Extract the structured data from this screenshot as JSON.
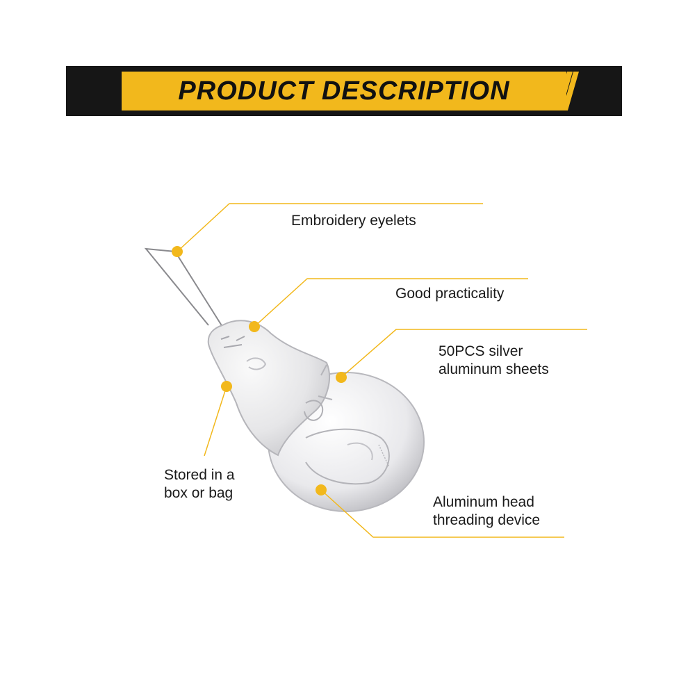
{
  "banner": {
    "title": "PRODUCT DESCRIPTION"
  },
  "callouts": {
    "embroidery": "Embroidery eyelets",
    "practicality": "Good practicality",
    "sheets_line1": "50PCS silver",
    "sheets_line2": "aluminum sheets",
    "stored_line1": "Stored in a",
    "stored_line2": "box or bag",
    "head_line1": "Aluminum head",
    "head_line2": "threading device"
  },
  "colors": {
    "accent": "#f2b81c",
    "banner_bg": "#161616",
    "text": "#1a1a1a"
  }
}
